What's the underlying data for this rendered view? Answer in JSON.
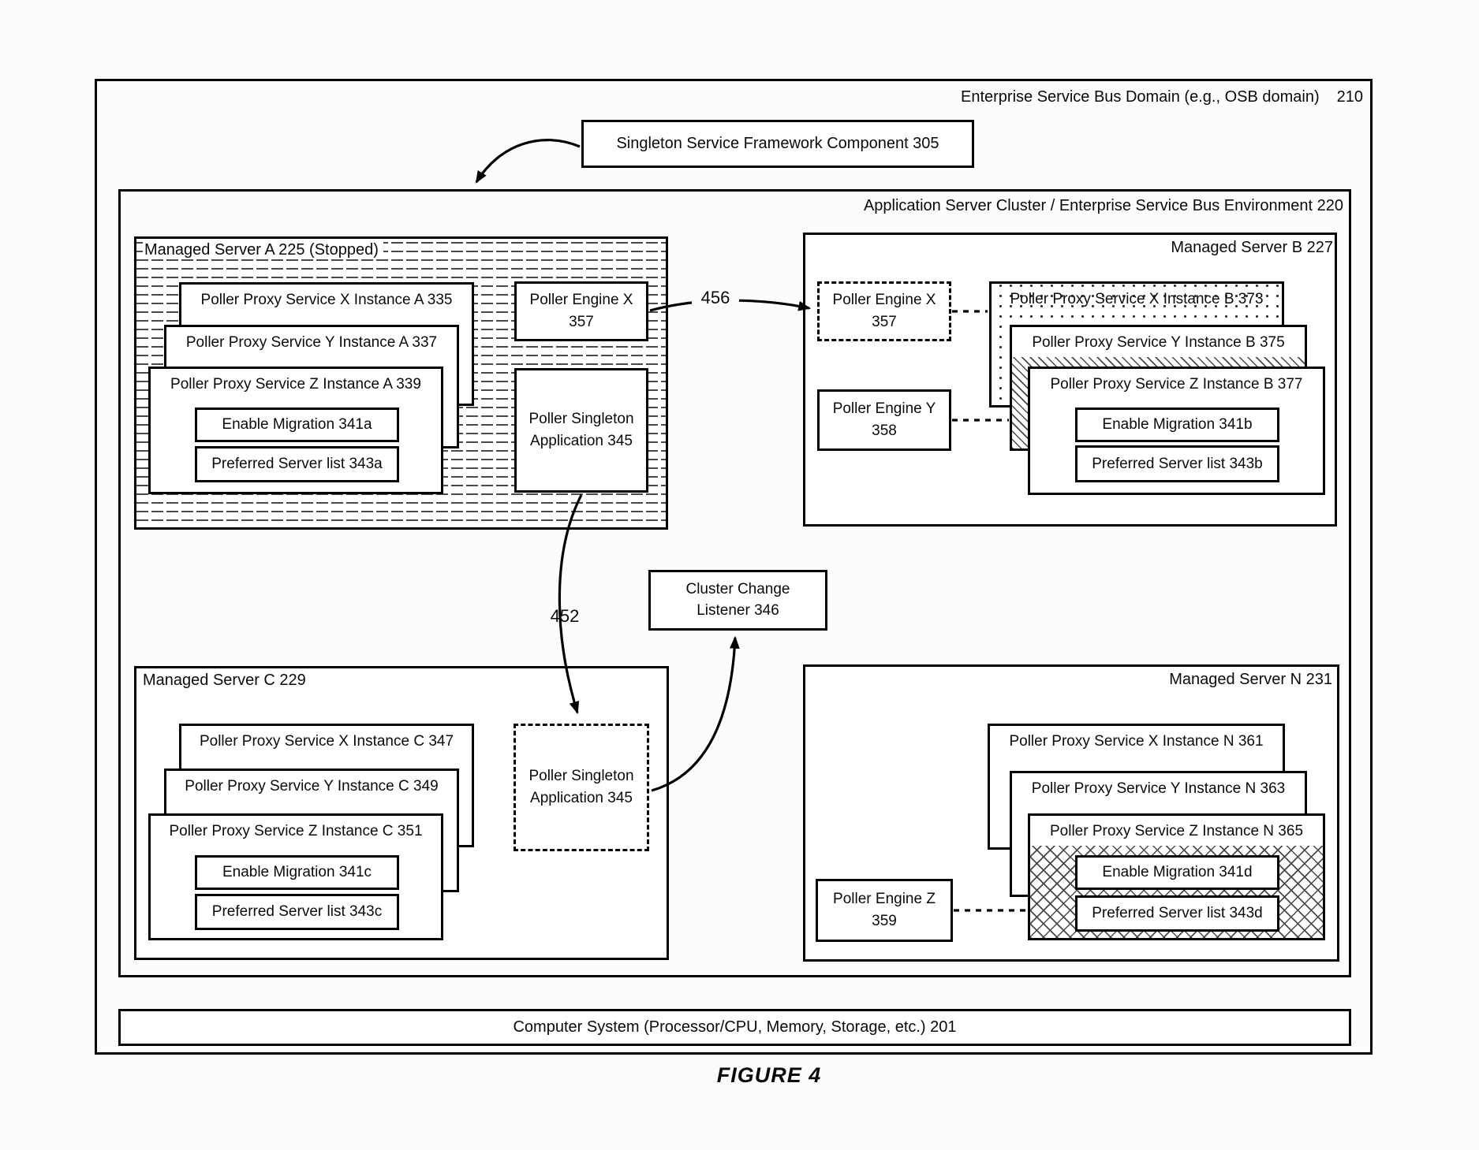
{
  "page": {
    "domain_label": "Enterprise Service Bus Domain (e.g., OSB domain)",
    "domain_ref": "210",
    "figure_caption": "FIGURE 4"
  },
  "singleton_framework": {
    "label": "Singleton Service Framework Component 305"
  },
  "cluster": {
    "label": "Application Server Cluster / Enterprise Service Bus Environment 220"
  },
  "cluster_change_listener": {
    "line1": "Cluster Change",
    "line2": "Listener 346"
  },
  "computer_system": {
    "label": "Computer System (Processor/CPU, Memory, Storage, etc.) 201"
  },
  "arrows": {
    "a_to_c_ref": "452",
    "a_to_b_ref": "456"
  },
  "server_a": {
    "title": "Managed Server A 225 (Stopped)",
    "proxy_x": "Poller Proxy Service X Instance A 335",
    "proxy_y": "Poller Proxy Service Y Instance A 337",
    "proxy_z": "Poller Proxy Service Z Instance A 339",
    "enable_migration": "Enable Migration 341a",
    "preferred_list": "Preferred Server list 343a",
    "engine_x_line1": "Poller Engine X",
    "engine_x_line2": "357",
    "singleton_line1": "Poller Singleton",
    "singleton_line2": "Application 345"
  },
  "server_b": {
    "title": "Managed Server B 227",
    "engine_x_line1": "Poller Engine X",
    "engine_x_line2": "357",
    "engine_y_line1": "Poller Engine Y",
    "engine_y_line2": "358",
    "proxy_x": "Poller Proxy Service X Instance B 373",
    "proxy_y": "Poller Proxy Service Y Instance B 375",
    "proxy_z": "Poller Proxy Service Z Instance B 377",
    "enable_migration": "Enable Migration 341b",
    "preferred_list": "Preferred Server list 343b"
  },
  "server_c": {
    "title": "Managed Server C 229",
    "proxy_x": "Poller Proxy Service X Instance C 347",
    "proxy_y": "Poller Proxy Service Y Instance C 349",
    "proxy_z": "Poller Proxy Service Z Instance C 351",
    "enable_migration": "Enable Migration 341c",
    "preferred_list": "Preferred Server list 343c",
    "singleton_line1": "Poller Singleton",
    "singleton_line2": "Application 345"
  },
  "server_n": {
    "title": "Managed Server N 231",
    "proxy_x": "Poller Proxy Service X Instance N 361",
    "proxy_y": "Poller Proxy Service Y Instance N 363",
    "proxy_z": "Poller Proxy Service Z Instance N 365",
    "enable_migration": "Enable Migration 341d",
    "preferred_list": "Preferred Server list 343d",
    "engine_z_line1": "Poller Engine Z",
    "engine_z_line2": "359"
  }
}
